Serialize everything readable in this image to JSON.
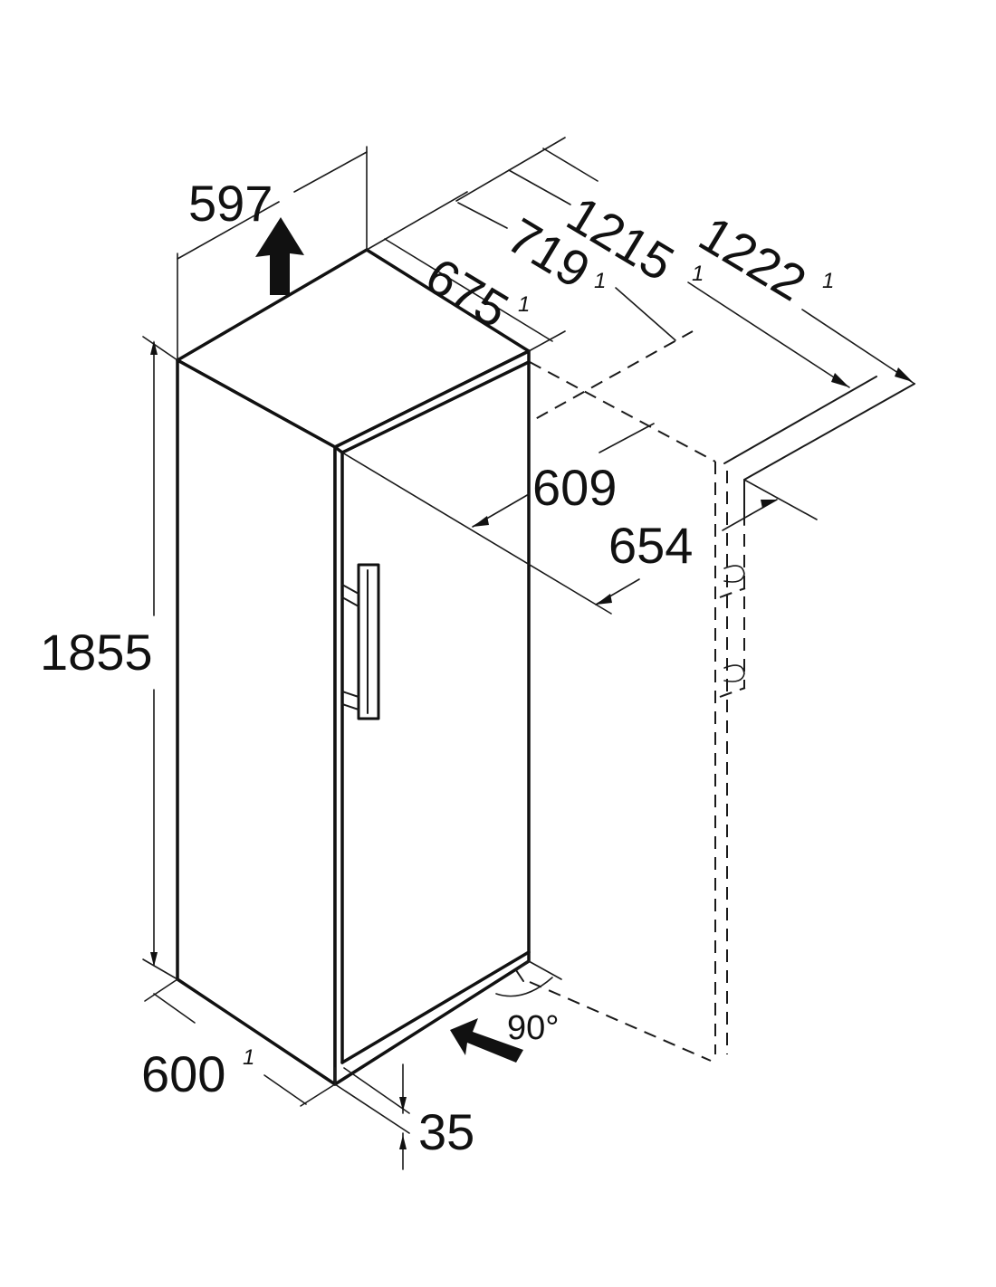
{
  "dimensions": {
    "width": {
      "value": "597"
    },
    "height": {
      "value": "1855"
    },
    "depth": {
      "value": "600",
      "note": "1"
    },
    "depth_no_handle": {
      "value": "675",
      "note": "1"
    },
    "depth_door_open": {
      "value": "719",
      "note": "1"
    },
    "clearance_1215": {
      "value": "1215",
      "note": "1"
    },
    "clearance_1222": {
      "value": "1222",
      "note": "1"
    },
    "door_609": {
      "value": "609"
    },
    "door_654": {
      "value": "654"
    },
    "plinth": {
      "value": "35"
    },
    "door_angle": {
      "value": "90°"
    }
  }
}
